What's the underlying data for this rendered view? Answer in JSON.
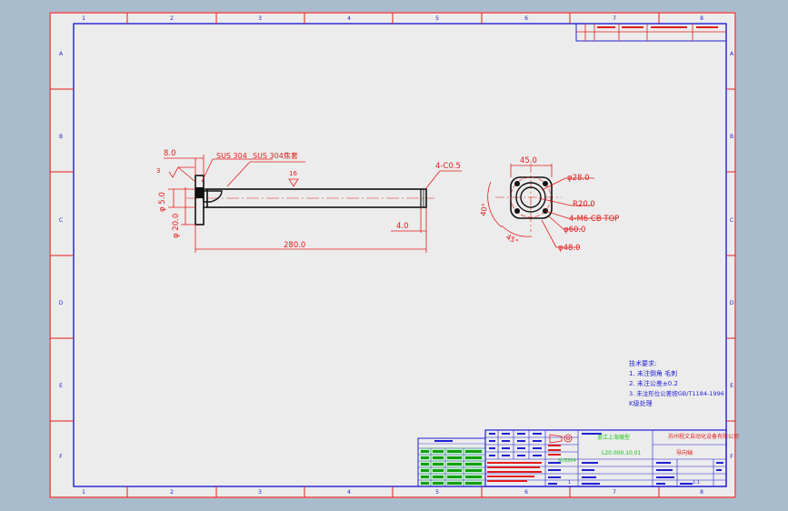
{
  "frame": {
    "cols": [
      "1",
      "2",
      "3",
      "4",
      "5",
      "6",
      "7",
      "8"
    ],
    "rows": [
      "A",
      "B",
      "C",
      "D",
      "E",
      "F"
    ]
  },
  "dims": {
    "d_80": "8.0",
    "material": "SUS 304",
    "material_sleeve": "SUS 304焦套",
    "rough_3": "3",
    "rough_16": "16",
    "d_50": "φ 5.0",
    "d_20": "φ 20.0",
    "chamfer": "4-C0.5",
    "d_40": "4.0",
    "length_280": "280.0",
    "flange_45": "45.0",
    "d_28": "φ28.0",
    "r_20": "R20.0",
    "holes": "4-M6 CB TOP",
    "d_60": "φ60.0",
    "d_48": "φ48.0",
    "ang_40": "40°",
    "ang_45": "45°"
  },
  "notes": {
    "title": "技术要求:",
    "lines": [
      "1. 未注倒角 毛刺",
      "2. 未注公差±0.2",
      "3. 未注形位公差按GB/T1184-1996",
      "   K级处理"
    ]
  },
  "titleblock": {
    "company": "苏州程文自动化设备有限公司",
    "part_name": "导向轴",
    "drawing_no": "L20.000.10.01",
    "green_label": "浙江上海微型",
    "scale": "1:1",
    "sheet": "1",
    "material_cell": "SUS304"
  }
}
